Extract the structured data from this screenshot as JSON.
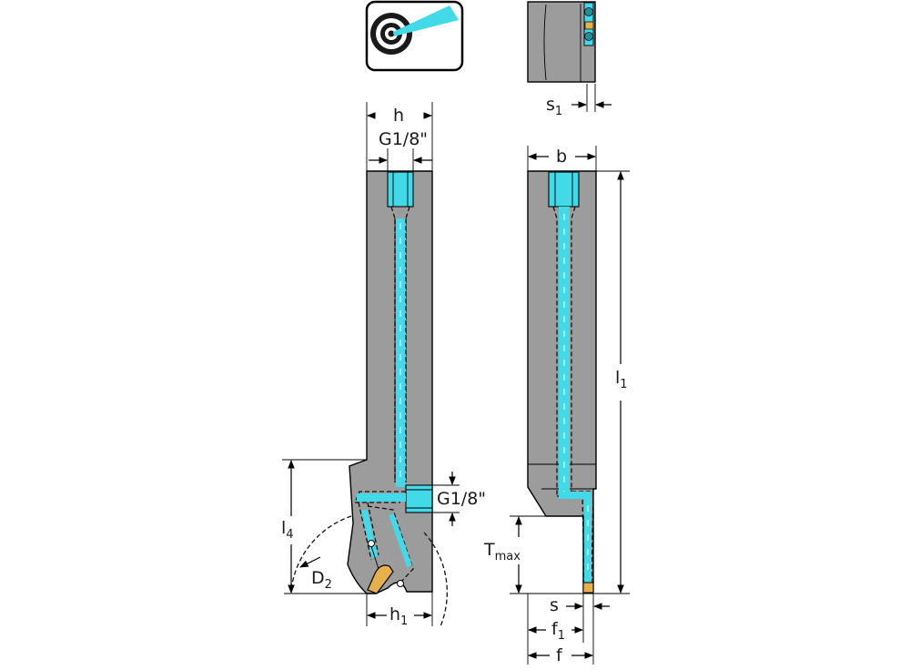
{
  "labels": {
    "h": "h",
    "thread_top": "G1/8\"",
    "thread_side": "G1/8\"",
    "b": "b",
    "s1_main": "s",
    "s1_sub": "1",
    "l1_main": "l",
    "l1_sub": "1",
    "l4_main": "l",
    "l4_sub": "4",
    "d2_main": "D",
    "d2_sub": "2",
    "h1_main": "h",
    "h1_sub": "1",
    "tmax_main": "T",
    "tmax_sub": "max",
    "s": "s",
    "f1_main": "f",
    "f1_sub": "1",
    "f": "f"
  },
  "colors": {
    "body": "#9c9c9c",
    "coolant": "#42d9e8",
    "insert": "#e8b04a",
    "outline": "#000000"
  },
  "icons": {
    "coolant_badge": "internal-coolant-target-icon"
  }
}
